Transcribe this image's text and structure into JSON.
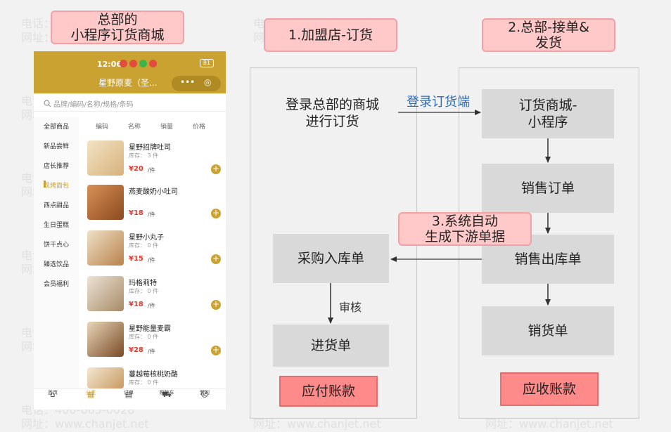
{
  "watermark": {
    "phone": "电话：400-665-0028",
    "site": "网址：www.chanjet.net"
  },
  "title_boxes": {
    "hq_mall": "总部的\n小程序订货商城",
    "franchise": "1.加盟店-订货",
    "hq_accept": "2.总部-接单&\n发货"
  },
  "franchise_panel": {
    "login_text": "登录总部的商城\n进行订货",
    "purchase_receipt": "采购入库单",
    "audit_label": "审核",
    "inbound_slip": "进货单",
    "payable": "应付账款"
  },
  "hq_panel": {
    "order_mall": "订货商城-\n小程序",
    "sales_order": "销售订单",
    "sales_outbound": "销售出库单",
    "sales_slip": "销货单",
    "receivable": "应收账款"
  },
  "connectors": {
    "login_label": "登录订货端",
    "auto_generate": "3.系统自动\n生成下游单据"
  },
  "phone": {
    "time": "12:06",
    "battery": "81",
    "store_title": "星野原麦（圣...",
    "capsule_dots": "•••",
    "capsule_target": "◎",
    "search_placeholder": "品牌/编码/名称/规格/条码",
    "columns": [
      "编码",
      "名称",
      "销量",
      "价格"
    ],
    "categories": [
      "全部商品",
      "新品尝鲜",
      "店长推荐",
      "现烤面包",
      "西点甜品",
      "生日蛋糕",
      "饼干点心",
      "臻选饮品",
      "会员福利"
    ],
    "active_category": "现烤面包",
    "products": [
      {
        "name": "星野招牌吐司",
        "stock": "库存： 3 件",
        "price": "¥20",
        "unit": "/件"
      },
      {
        "name": "燕麦酸奶小吐司",
        "stock": "",
        "price": "¥18",
        "unit": "/件"
      },
      {
        "name": "星野小丸子",
        "stock": "库存： 0 件",
        "price": "¥15",
        "unit": "/件"
      },
      {
        "name": "玛格莉特",
        "stock": "库存： 0 件",
        "price": "¥18",
        "unit": "/件"
      },
      {
        "name": "星野能量麦霸",
        "stock": "库存： 0 件",
        "price": "¥28",
        "unit": "/件"
      },
      {
        "name": "蔓越莓核桃奶酪",
        "stock": "库存： 0 件",
        "price": "",
        "unit": ""
      }
    ],
    "tabs": [
      "首页",
      "分类",
      "订单",
      "购物车",
      "我的"
    ],
    "active_tab": "分类"
  },
  "colors": {
    "gold": "#c9a232",
    "pink": "#ffc9c9",
    "red_box": "#ff8a8a",
    "grey_box": "#d9d9d9",
    "link_blue": "#2a6db5"
  }
}
